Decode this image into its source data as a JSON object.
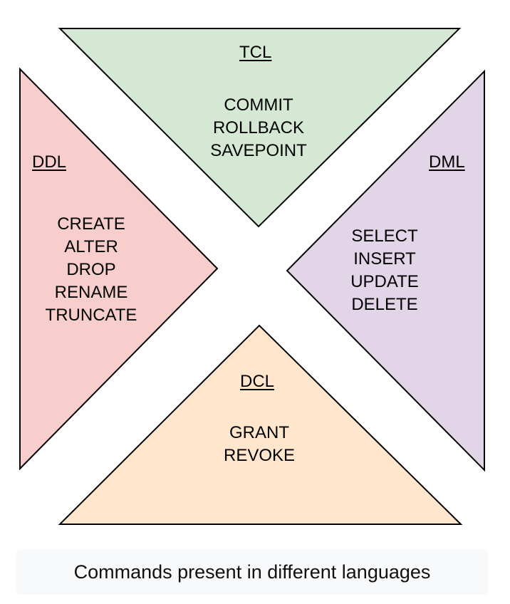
{
  "colors": {
    "tcl_fill": "#d5e8d4",
    "ddl_fill": "#f8cecc",
    "dml_fill": "#e1d5e7",
    "dcl_fill": "#ffe6cc",
    "stroke": "#000000",
    "caption_bg": "#f8f9fa"
  },
  "diagram": {
    "tcl": {
      "title": "TCL",
      "commands": [
        "COMMIT",
        "ROLLBACK",
        "SAVEPOINT"
      ]
    },
    "ddl": {
      "title": "DDL",
      "commands": [
        "CREATE",
        "ALTER",
        "DROP",
        "RENAME",
        "TRUNCATE"
      ]
    },
    "dml": {
      "title": "DML",
      "commands": [
        "SELECT",
        "INSERT",
        "UPDATE",
        "DELETE"
      ]
    },
    "dcl": {
      "title": "DCL",
      "commands": [
        "GRANT",
        "REVOKE"
      ]
    }
  },
  "caption": "Commands present in different languages"
}
